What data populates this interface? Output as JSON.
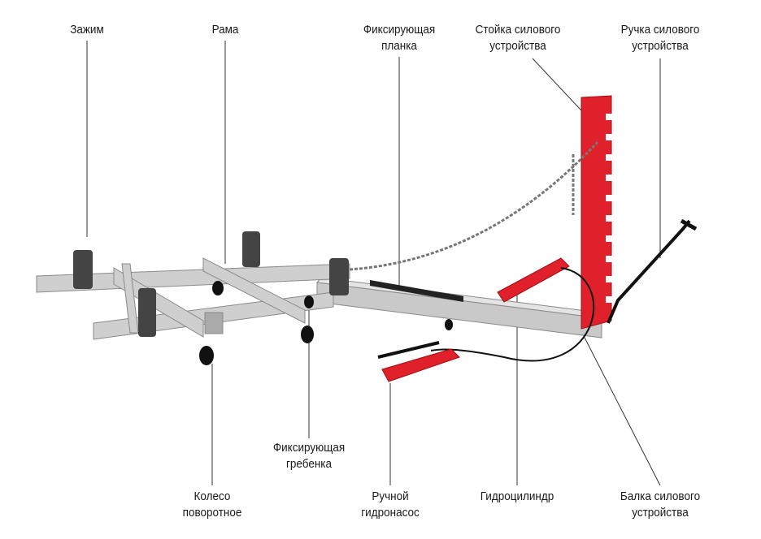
{
  "labels": {
    "clamp": [
      "Зажим"
    ],
    "frame": [
      "Рама"
    ],
    "fixing_bar": [
      "Фиксирующая",
      "планка"
    ],
    "power_post": [
      "Стойка силового",
      "устройства"
    ],
    "power_handle": [
      "Ручка силового",
      "устройства"
    ],
    "swivel_wheel": [
      "Колесо",
      "поворотное"
    ],
    "fixing_comb": [
      "Фиксирующая",
      "гребенка"
    ],
    "hand_pump": [
      "Ручной",
      "гидронасос"
    ],
    "hydro_cylinder": [
      "Гидроцилиндр"
    ],
    "power_beam": [
      "Балка силового",
      "устройства"
    ]
  },
  "colors": {
    "frame": "#c9c9c9",
    "post": "#e0202a",
    "rubber": "#1a1a1a",
    "leader": "#333333"
  }
}
